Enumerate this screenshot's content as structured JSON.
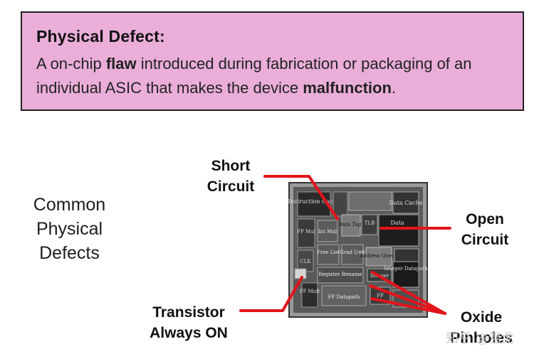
{
  "definition": {
    "title": "Physical Defect:",
    "text_before_flaw": "A on-chip ",
    "flaw": "flaw",
    "text_middle": " introduced during fabrication or packaging of an individual ASIC that makes the device ",
    "malfunction": "malfunction",
    "text_end": "."
  },
  "heading": {
    "line1": "Common",
    "line2": "Physical",
    "line3": "Defects"
  },
  "defects": {
    "short_circuit": {
      "line1": "Short",
      "line2": "Circuit"
    },
    "open_circuit": {
      "line1": "Open",
      "line2": "Circuit"
    },
    "transistor_on": {
      "line1": "Transistor",
      "line2": "Always ON"
    },
    "oxide_pinholes": {
      "line1": "Oxide",
      "line2": "Pinholes"
    }
  },
  "chip_blocks": [
    "Instruction Cache",
    "Data Cache",
    "TLB",
    "Data",
    "Data Tags",
    "FP Mul",
    "Int Mul",
    "Free List",
    "Grad Unit",
    "Address Queue",
    "CLK",
    "Register Rename",
    "Integer",
    "Integer Datapath",
    "FP Mult",
    "FP Datapath",
    "FP"
  ],
  "colors": {
    "box_fill": "#eaaed9",
    "pointer": "#e3141b",
    "chip_dark": "#2a2a2a"
  },
  "watermark": "知乎 @温戈"
}
